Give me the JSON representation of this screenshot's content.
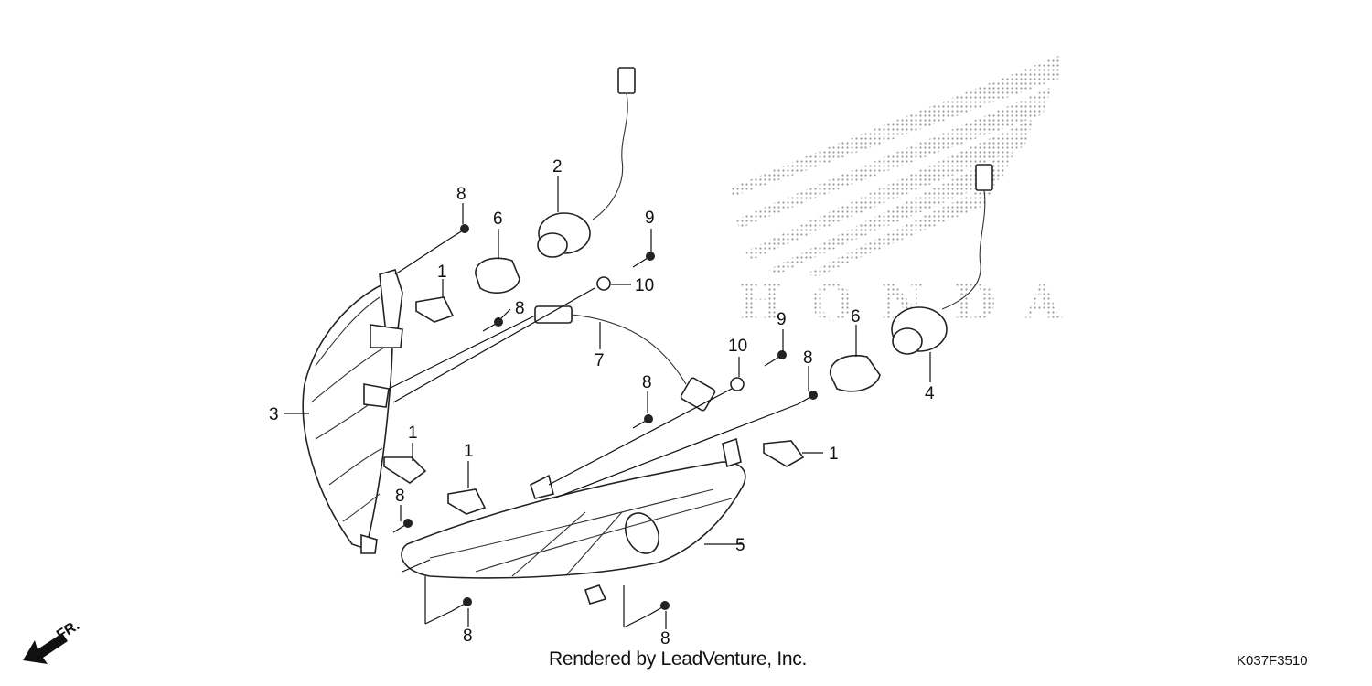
{
  "brand": {
    "watermark_text": "HONDA",
    "watermark_color": "#9a9a9a"
  },
  "direction_indicator": {
    "label": "FR.",
    "icon": "front-direction-arrow-icon"
  },
  "callouts": {
    "c1a": "1",
    "c1b": "1",
    "c1c": "1",
    "c1d": "1",
    "c2": "2",
    "c3": "3",
    "c4": "4",
    "c5": "5",
    "c6a": "6",
    "c6b": "6",
    "c7": "7",
    "c8a": "8",
    "c8b": "8",
    "c8c": "8",
    "c8d": "8",
    "c8e": "8",
    "c8f": "8",
    "c8g": "8",
    "c9a": "9",
    "c9b": "9",
    "c10a": "10",
    "c10b": "10"
  },
  "footer": {
    "credit": "Rendered by LeadVenture, Inc.",
    "diagram_code": "K037F3510"
  }
}
